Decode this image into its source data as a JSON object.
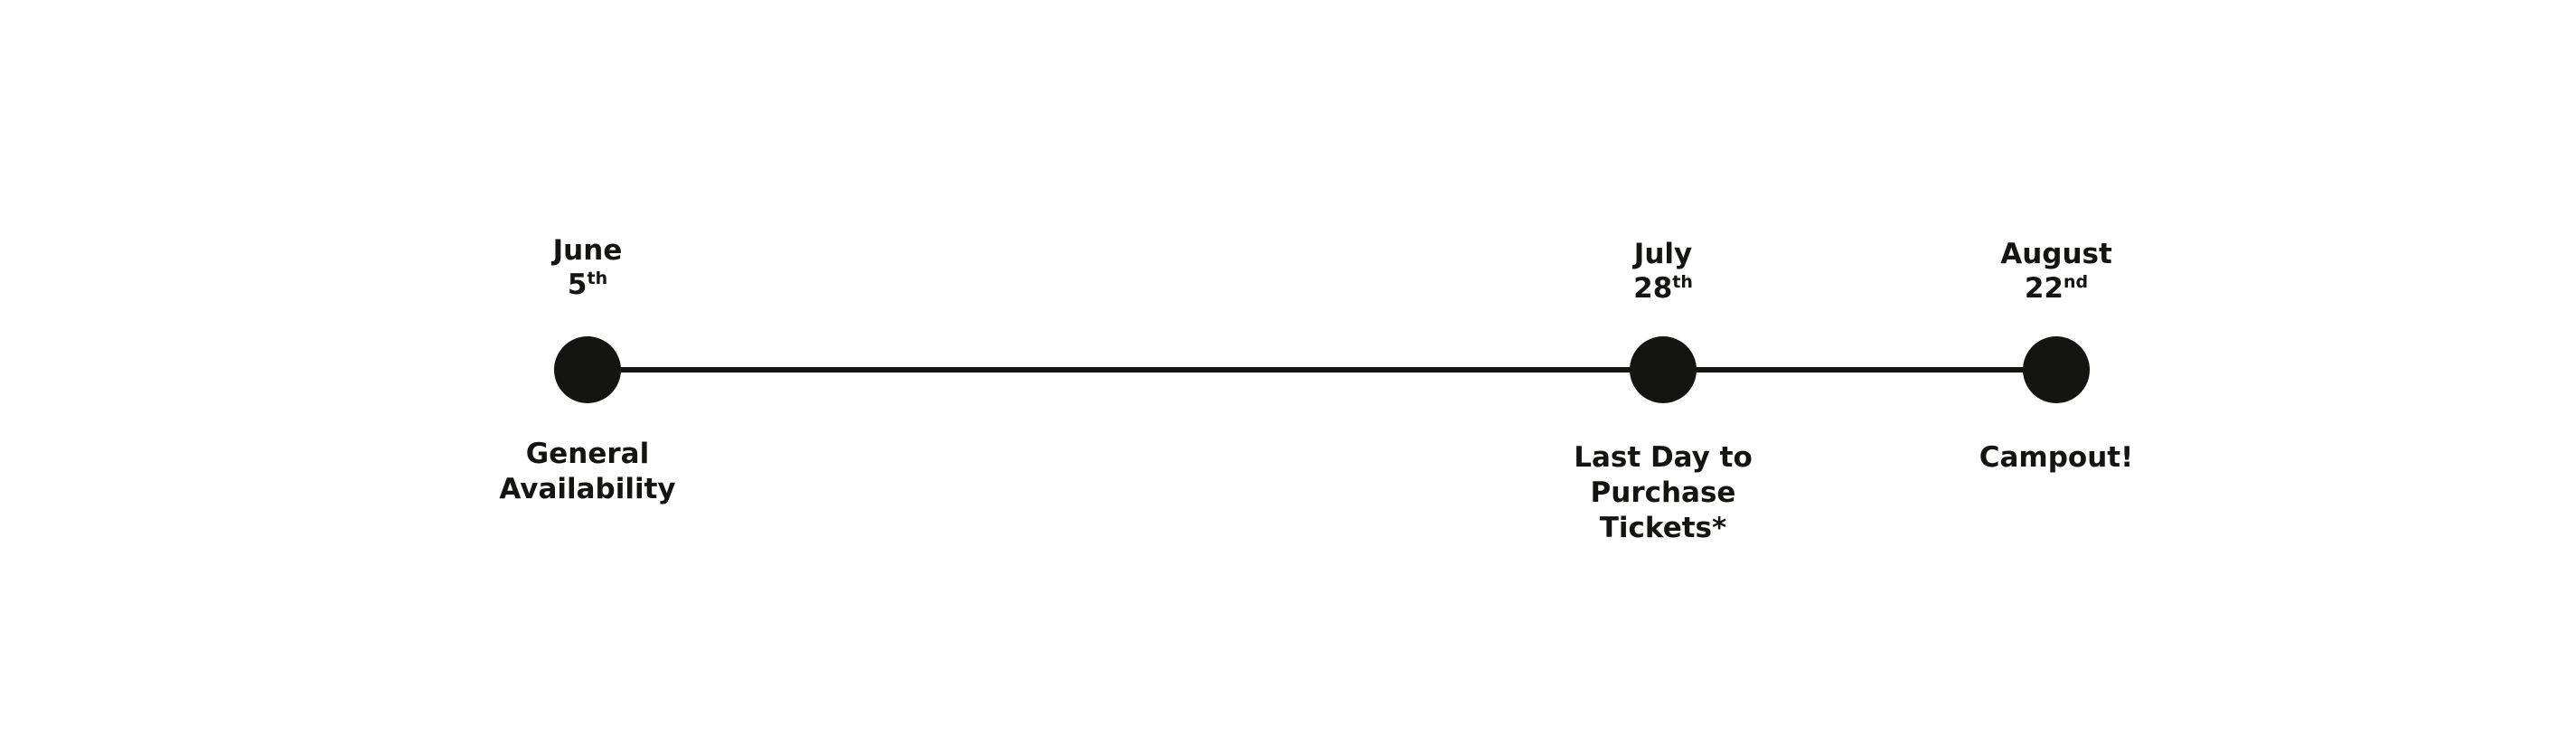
{
  "timeline": {
    "milestones": [
      {
        "month": "June",
        "day": "5",
        "suffix": "th",
        "label_lines": [
          "General",
          "Availability"
        ]
      },
      {
        "month": "July",
        "day": "28",
        "suffix": "th",
        "label_lines": [
          "Last Day to",
          "Purchase",
          "Tickets*"
        ]
      },
      {
        "month": "August",
        "day": "22",
        "suffix": "nd",
        "label_lines": [
          "Campout!"
        ]
      }
    ],
    "colors": {
      "ink": "#141412",
      "background": "#ffffff"
    }
  }
}
